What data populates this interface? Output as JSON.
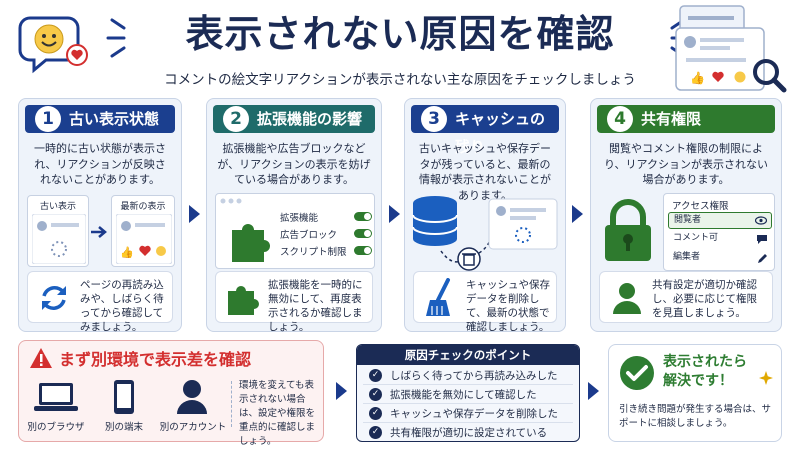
{
  "header": {
    "title": "表示されない原因を確認",
    "subtitle": "コメントの絵文字リアクションが表示されない主な原因をチェックしましょう"
  },
  "colors": {
    "navy": "#1b2b55",
    "card1": "#1b3f8f",
    "card2": "#1f6b6a",
    "card3": "#1b3f8f",
    "card4": "#2e7a2e",
    "alert_red": "#d32f2f",
    "success_green": "#2e7d32"
  },
  "cards": [
    {
      "num": "1",
      "title": "古い表示状態",
      "desc": "一時的に古い状態が表示され、リアクションが反映されないことがあります。",
      "old_label": "古い表示",
      "new_label": "最新の表示",
      "tip": "ページの再読み込みや、しばらく待ってから確認してみましょう。",
      "tip_icon": "refresh-icon"
    },
    {
      "num": "2",
      "title": "拡張機能の影響",
      "desc": "拡張機能や広告ブロックなどが、リアクションの表示を妨げている場合があります。",
      "settings": [
        "拡張機能",
        "広告ブロック",
        "スクリプト制限"
      ],
      "tip": "拡張機能を一時的に無効にして、再度表示されるか確認しましょう。",
      "tip_icon": "puzzle-icon"
    },
    {
      "num": "3",
      "title": "キャッシュの残り",
      "desc": "古いキャッシュや保存データが残っていると、最新の情報が表示されないことがあります。",
      "tip": "キャッシュや保存データを削除して、最新の状態で確認しましょう。",
      "tip_icon": "broom-icon"
    },
    {
      "num": "4",
      "title": "共有権限",
      "desc": "閲覧やコメント権限の制限により、リアクションが表示されない場合があります。",
      "access_title": "アクセス権限",
      "access": [
        "閲覧者",
        "コメント可",
        "編集者"
      ],
      "tip": "共有設定が適切か確認し、必要に応じて権限を見直しましょう。",
      "tip_icon": "user-icon"
    }
  ],
  "env": {
    "title": "まず別環境で表示差を確認",
    "devices": [
      "別のブラウザ",
      "別の端末",
      "別のアカウント"
    ],
    "note": "環境を変えても表示されない場合は、設定や権限を重点的に確認しましょう。"
  },
  "checklist": {
    "title": "原因チェックのポイント",
    "items": [
      "しばらく待ってから再読み込みした",
      "拡張機能を無効にして確認した",
      "キャッシュや保存データを削除した",
      "共有権限が適切に設定されている"
    ]
  },
  "result": {
    "title_line1": "表示されたら",
    "title_line2": "解決です！",
    "text": "引き続き問題が発生する場合は、サポートに相談しましょう。"
  }
}
